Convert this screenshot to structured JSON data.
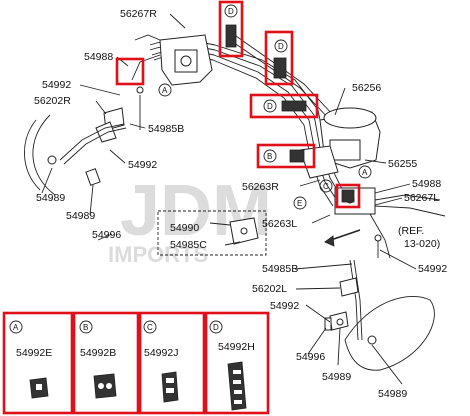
{
  "parts": {
    "p56267R": "56267R",
    "p54988_top": "54988",
    "p54992_a": "54992",
    "p56202R": "56202R",
    "p54985B": "54985B",
    "p54992_b": "54992",
    "p54989_a": "54989",
    "p54989_b": "54989",
    "p54996_a": "54996",
    "p56256": "56256",
    "p56255": "56255",
    "p56263R": "56263R",
    "p54988_right": "54988",
    "p56267L": "56267L",
    "p56263L": "56263L",
    "p54990": "54990",
    "p54985C": "54985C",
    "ref": "(REF.",
    "ref_num": "13-020)",
    "p54985B_b": "54985B",
    "p56202L": "56202L",
    "p54992_c": "54992",
    "p54992_d": "54992",
    "p54996_b": "54996",
    "p54989_c": "54989",
    "p54989_d": "54989"
  },
  "callouts": {
    "A": "A",
    "B": "B",
    "C": "C",
    "D": "D",
    "E": "E"
  },
  "legend": [
    {
      "letter": "A",
      "part": "54992E"
    },
    {
      "letter": "B",
      "part": "54992B"
    },
    {
      "letter": "C",
      "part": "54992J"
    },
    {
      "letter": "D",
      "part": "54992H"
    }
  ],
  "watermark": {
    "main": "JDM",
    "sub": "IMPORTS"
  },
  "colors": {
    "highlight": "#e0101a",
    "line": "#222222",
    "watermark": "#d9d9d9"
  }
}
